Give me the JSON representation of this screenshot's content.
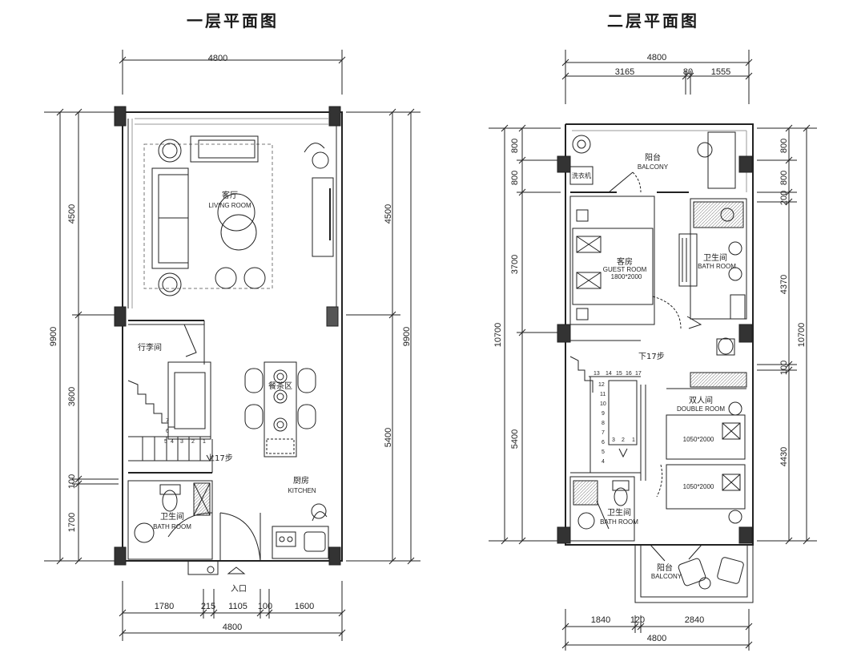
{
  "floor1": {
    "title": "一层平面图",
    "dims": {
      "top_total": "4800",
      "bottom_total": "4800",
      "bottom_parts": [
        "1780",
        "215",
        "1105",
        "100",
        "1600"
      ],
      "left_total": "9900",
      "left_parts": [
        "4500",
        "3600",
        "100",
        "1700"
      ],
      "right_total": "9900",
      "right_parts": [
        "4500",
        "5400"
      ]
    },
    "rooms": {
      "living_cn": "客厅",
      "living_en": "LIVING ROOM",
      "luggage_cn": "行李间",
      "tea_cn": "餐茶区",
      "kitchen_cn": "厨房",
      "kitchen_en": "KITCHEN",
      "bath_cn": "卫生间",
      "bath_en": "BATH ROOM",
      "stair_label": "上17步",
      "entry_cn": "入口"
    },
    "stair_numbers": [
      "7",
      "6",
      "5",
      "4",
      "3",
      "2",
      "1"
    ]
  },
  "floor2": {
    "title": "二层平面图",
    "dims": {
      "top_total": "4800",
      "top_parts": [
        "3165",
        "80",
        "1555"
      ],
      "bottom_parts": [
        "1840",
        "120",
        "2840"
      ],
      "bottom_total": "4800",
      "left_total": "10700",
      "left_parts": [
        "800",
        "800",
        "3700",
        "5400"
      ],
      "right_total": "10700",
      "right_parts": [
        "800",
        "800",
        "200",
        "4370",
        "100",
        "4430"
      ]
    },
    "rooms": {
      "balcony_top_cn": "阳台",
      "balcony_top_en": "BALCONY",
      "washer_cn": "洗衣机",
      "guest_cn": "客房",
      "guest_en": "GUEST ROOM",
      "guest_bed": "1800*2000",
      "bath1_cn": "卫生间",
      "bath1_en": "BATH ROOM",
      "stair_label": "下17步",
      "double_cn": "双人间",
      "double_en": "DOUBLE ROOM",
      "bed_a": "1050*2000",
      "bed_b": "1050*2000",
      "bath2_cn": "卫生间",
      "bath2_en": "BATH ROOM",
      "balcony_bottom_cn": "阳台",
      "balcony_bottom_en": "BALCONY"
    },
    "stair_numbers_top": [
      "13",
      "14",
      "15",
      "16",
      "17"
    ],
    "stair_numbers_left": [
      "12",
      "11",
      "10",
      "9",
      "8",
      "7",
      "6",
      "5",
      "4",
      "3",
      "2",
      "1"
    ]
  }
}
